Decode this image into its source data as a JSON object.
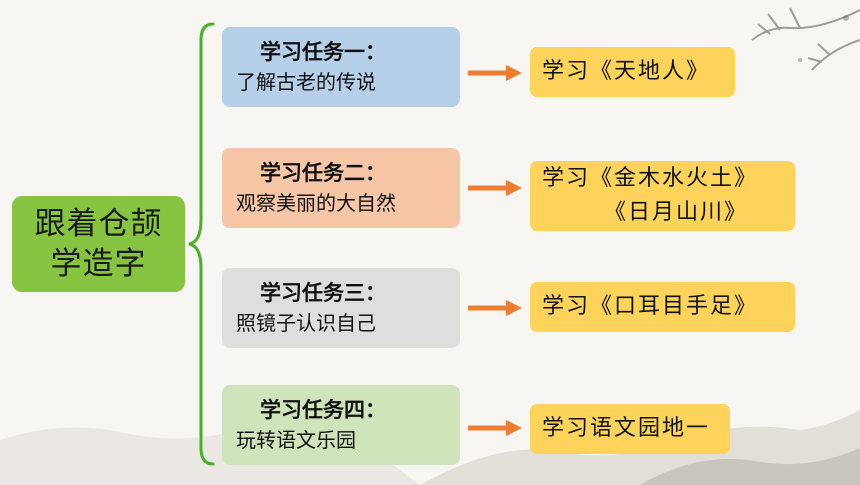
{
  "root": {
    "line1": "跟着仓颉",
    "line2": "学造字"
  },
  "tasks": [
    {
      "title": "学习任务一：",
      "subtitle": "了解古老的传说",
      "color": "#b7d0ea",
      "result": [
        "学习《天地人》"
      ]
    },
    {
      "title": "学习任务二：",
      "subtitle": "观察美丽的大自然",
      "color": "#f6c6a6",
      "result": [
        "学习《金木水火土》",
        "《日月山川》"
      ]
    },
    {
      "title": "学习任务三：",
      "subtitle": "照镜子认识自己",
      "color": "#dedede",
      "result": [
        "学习《口耳目手足》"
      ]
    },
    {
      "title": "学习任务四：",
      "subtitle": "玩转语文乐园",
      "color": "#cfe4ba",
      "result": [
        "学习语文园地一"
      ]
    }
  ],
  "colors": {
    "brace": "#4caf2a",
    "arrow": "#ed7d31",
    "result": "#fdd35b",
    "root": "#86c441"
  }
}
